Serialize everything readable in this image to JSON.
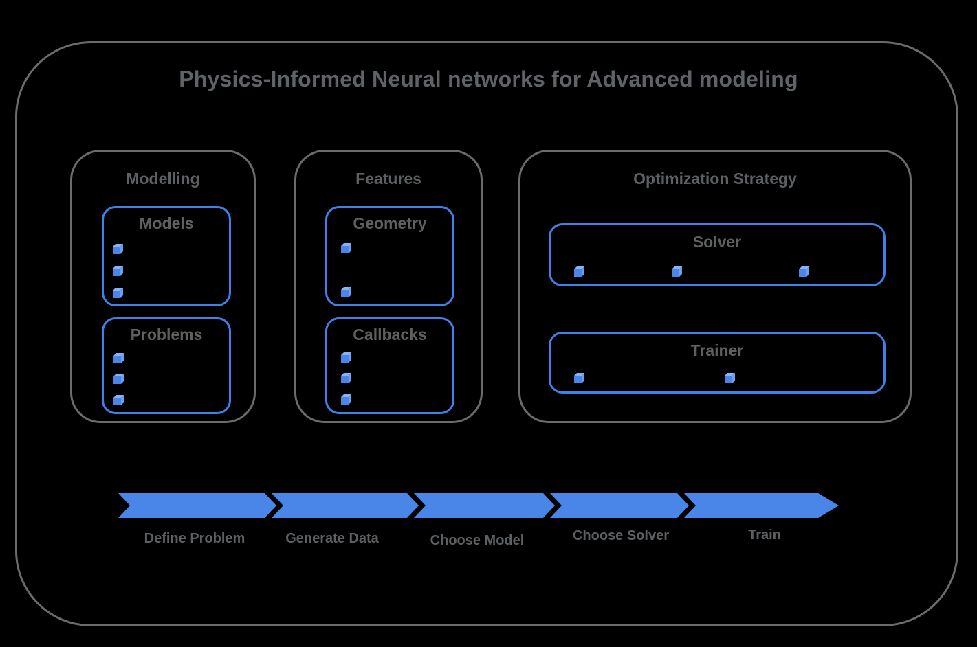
{
  "title": "Physics-Informed Neural networks for Advanced modeling",
  "colors": {
    "accent_blue": "#4a86e8",
    "box_border_blue": "#3f80e9",
    "frame_border_gray": "#6b6b6b",
    "text_gray": "#5d6063",
    "background": "#000000"
  },
  "icons": {
    "bullet_icon": "blue-3d-cube"
  },
  "sections": [
    {
      "label": "Modelling",
      "groups": [
        {
          "label": "Models",
          "bullet_count": 3,
          "bullet_layout": "vertical"
        },
        {
          "label": "Problems",
          "bullet_count": 3,
          "bullet_layout": "vertical"
        }
      ]
    },
    {
      "label": "Features",
      "groups": [
        {
          "label": "Geometry",
          "bullet_count": 2,
          "bullet_layout": "vertical"
        },
        {
          "label": "Callbacks",
          "bullet_count": 3,
          "bullet_layout": "vertical"
        }
      ]
    },
    {
      "label": "Optimization Strategy",
      "groups": [
        {
          "label": "Solver",
          "bullet_count": 3,
          "bullet_layout": "horizontal"
        },
        {
          "label": "Trainer",
          "bullet_count": 2,
          "bullet_layout": "horizontal"
        }
      ]
    }
  ],
  "pipeline": {
    "steps": [
      "Define Problem",
      "Generate Data",
      "Choose Model",
      "Choose Solver",
      "Train"
    ]
  }
}
